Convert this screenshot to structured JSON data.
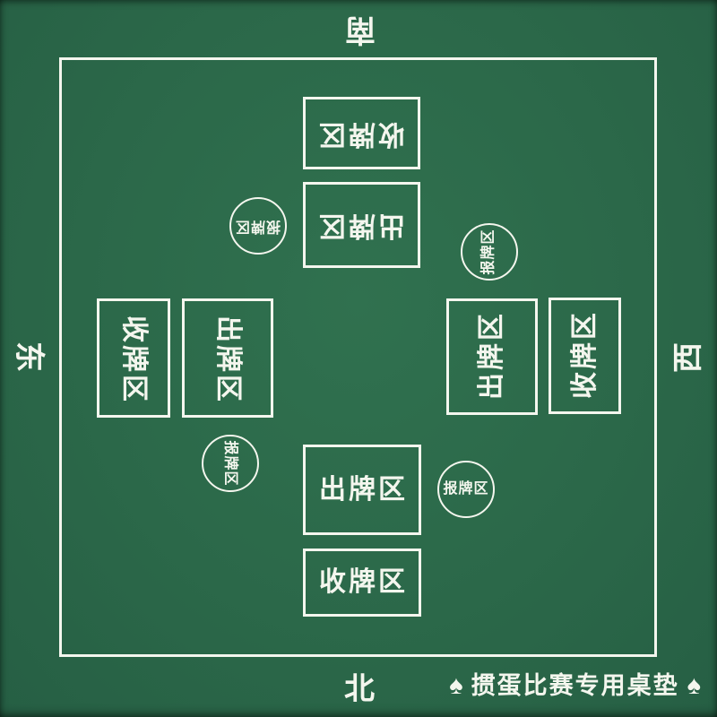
{
  "mat": {
    "background_color": "#2b6849",
    "line_color": "#f4f6ee",
    "zone_labels": {
      "play": "出牌区",
      "collect": "收牌区",
      "report": "报牌区"
    },
    "directions": {
      "south": "南",
      "north": "北",
      "east": "东",
      "west": "西"
    },
    "brand": {
      "spade": "♠",
      "text": "掼蛋比赛专用桌垫"
    }
  }
}
